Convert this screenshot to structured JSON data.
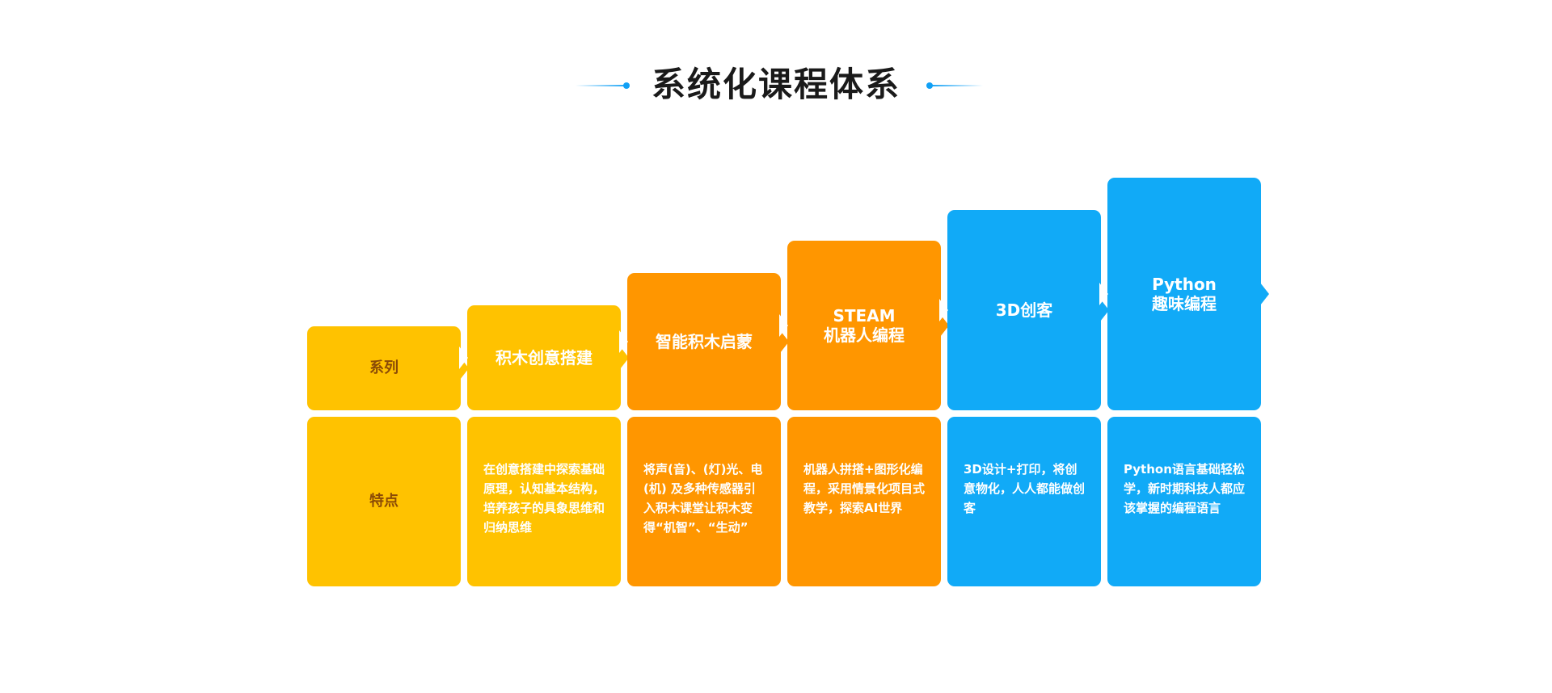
{
  "title": "系统化课程体系",
  "colors": {
    "yellow": "#ffc200",
    "orange": "#ff9600",
    "blue": "#11aaf7",
    "title_accent": "#11a0f5"
  },
  "columns": [
    {
      "head": "系列",
      "desc": "特点"
    },
    {
      "head": "积木创意搭建",
      "desc": "在创意搭建中探索基础原理，认知基本结构，培养孩子的具象思维和归纳思维"
    },
    {
      "head": "智能积木启蒙",
      "desc": "将声(音)、(灯)光、电(机) 及多种传感器引入积木课堂让积木变得“机智”、“生动”"
    },
    {
      "head_line1": "STEAM",
      "head_line2": "机器人编程",
      "desc": "机器人拼搭+图形化编程，采用情景化项目式教学，探索AI世界"
    },
    {
      "head": "3D创客",
      "desc": "3D设计+打印，将创意物化，人人都能做创客"
    },
    {
      "head_line1": "Python",
      "head_line2": "趣味编程",
      "desc": "Python语言基础轻松学，新时期科技人都应该掌握的编程语言"
    }
  ]
}
